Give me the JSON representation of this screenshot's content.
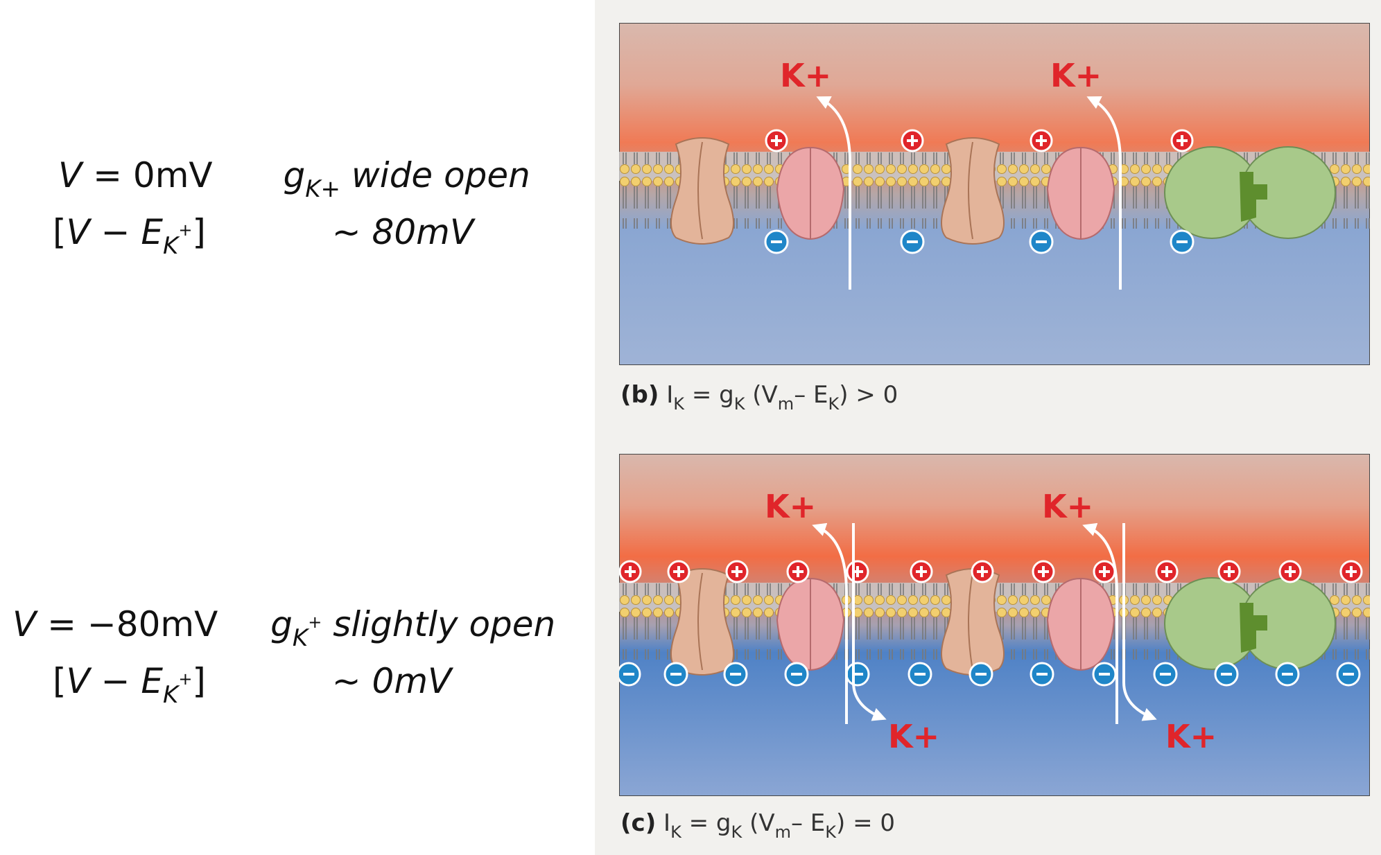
{
  "equations": {
    "top": {
      "v_lhs": "V",
      "v_eq": " = ",
      "v_value": "0mV",
      "g_symbol": "g",
      "g_sub": "K+",
      "g_state": "wide open",
      "diff_open": "[",
      "diff_v": "V",
      "diff_minus": " − ",
      "diff_e": "E",
      "diff_sub": "K",
      "diff_sup": "+",
      "diff_close": "]",
      "diff_value": "∼ 80mV"
    },
    "bottom": {
      "v_lhs": "V",
      "v_eq": " = ",
      "v_value": "−80mV",
      "g_symbol": "g",
      "g_sub": "K",
      "g_sup": "+",
      "g_state": "slightly open",
      "diff_open": "[",
      "diff_v": "V",
      "diff_minus": " − ",
      "diff_e": "E",
      "diff_sub": "K",
      "diff_sup": "+",
      "diff_close": "]",
      "diff_value": "∼ 0mV"
    }
  },
  "panels": {
    "b": {
      "label": "(b)",
      "formula_i": "I",
      "formula_i_sub": "K",
      "formula_eq_g": " = g",
      "formula_g_sub": "K",
      "formula_vm": " (V",
      "formula_vm_sub": "m",
      "formula_minus_e": "– E",
      "formula_e_sub": "K",
      "formula_result": ") > 0",
      "ion_label": "K+"
    },
    "c": {
      "label": "(c)",
      "formula_i": "I",
      "formula_i_sub": "K",
      "formula_eq_g": " = g",
      "formula_g_sub": "K",
      "formula_vm": " (V",
      "formula_vm_sub": "m",
      "formula_minus_e": "– E",
      "formula_e_sub": "K",
      "formula_result": ") = 0",
      "ion_label": "K+"
    }
  },
  "colors": {
    "outside_top": "#d9b8ad",
    "outside_warm": "#f07a55",
    "inside_blue": "#7f9ed0",
    "k_label": "#e0252a",
    "positive_charge": "#e0252a",
    "negative_charge": "#1f86c8",
    "channel_tan": "#e3b49a",
    "channel_pink": "#eba6a8",
    "pump_green": "#a8c98a"
  }
}
